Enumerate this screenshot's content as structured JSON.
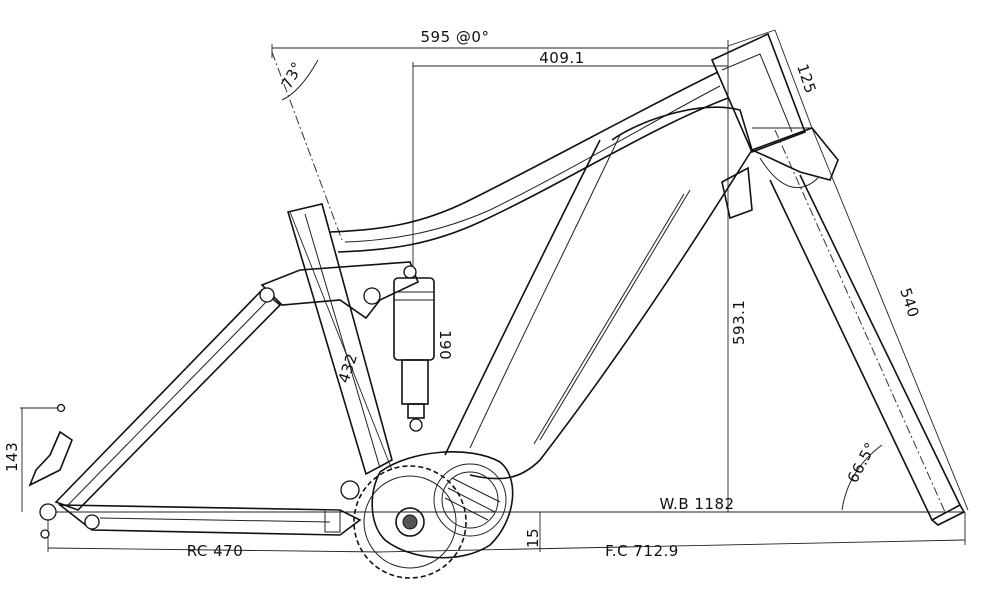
{
  "dimensions": {
    "reach": "595 @0°",
    "stack_offset": "409.1",
    "head_tube": "125",
    "seat_angle": "73°",
    "stack": "593.1",
    "fork_length": "540",
    "head_angle": "66.5°",
    "shock_stroke": "190",
    "seat_tube": "432",
    "axle_height": "143",
    "bb_drop": "15",
    "wheelbase": "W.B 1182",
    "chainstay": "RC 470",
    "front_center": "F.C 712.9"
  }
}
